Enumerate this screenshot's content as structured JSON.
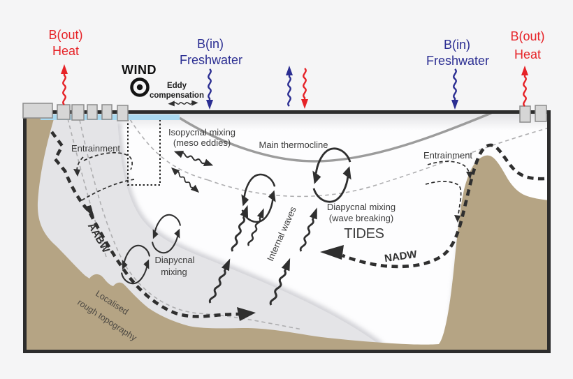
{
  "buoyancy_labels": {
    "left_out_line1": "B(out)",
    "left_out_line2": "Heat",
    "left_in_line1": "B(in)",
    "left_in_line2": "Freshwater",
    "right_in_line1": "B(in)",
    "right_in_line2": "Freshwater",
    "right_out_line1": "B(out)",
    "right_out_line2": "Heat"
  },
  "surface_labels": {
    "wind": "WIND",
    "eddy_comp_line1": "Eddy",
    "eddy_comp_line2": "compensation"
  },
  "interior_labels": {
    "entrainment_left": "Entrainment",
    "entrainment_right": "Entrainment",
    "isopycnal_line1": "Isopycnal mixing",
    "isopycnal_line2": "(meso eddies)",
    "main_thermocline": "Main thermocline",
    "diapycnal_wb_line1": "Diapycnal mixing",
    "diapycnal_wb_line2": "(wave breaking)",
    "tides": "TIDES",
    "nadw": "NADW",
    "aabw": "AABW",
    "diapycnal_line1": "Diapycnal",
    "diapycnal_line2": "mixing",
    "internal_waves": "Internal waves",
    "topo_line1": "Localised",
    "topo_line2": "rough topography"
  },
  "colors": {
    "heat_red": "#e62227",
    "freshwater_blue": "#2b2e92",
    "topography_brown": "#b5a484",
    "water_mass_gray": "#e4e4e7",
    "surface_water_blue": "#a9d9f0",
    "frame_dark": "#2d2d2d",
    "thermocline_gray": "#9c9c9c"
  }
}
